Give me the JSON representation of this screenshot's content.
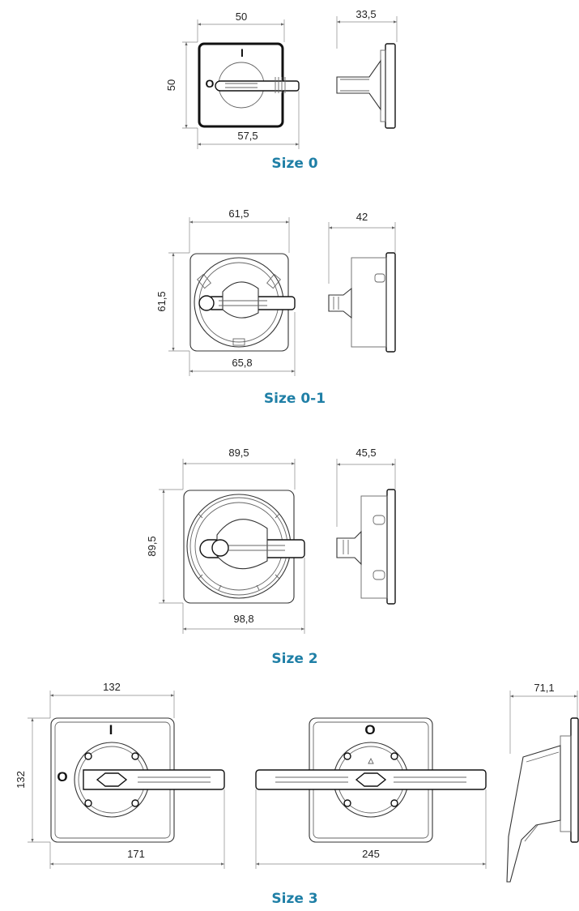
{
  "sizes": [
    {
      "label": "Size 0",
      "width": "50",
      "height": "50",
      "overall": "57,5",
      "depth": "33,5",
      "marks": [
        "I",
        "O"
      ]
    },
    {
      "label": "Size 0-1",
      "width": "61,5",
      "height": "61,5",
      "overall": "65,8",
      "depth": "42"
    },
    {
      "label": "Size 2",
      "width": "89,5",
      "height": "89,5",
      "overall": "98,8",
      "depth": "45,5"
    },
    {
      "label": "Size 3",
      "width": "132",
      "height": "132",
      "overall": "171",
      "overall_double": "245",
      "depth": "71,1",
      "marks": [
        "I",
        "O"
      ],
      "marks_double": [
        "O"
      ]
    }
  ],
  "colors": {
    "label": "#1f7fa6",
    "line": "#333333"
  }
}
